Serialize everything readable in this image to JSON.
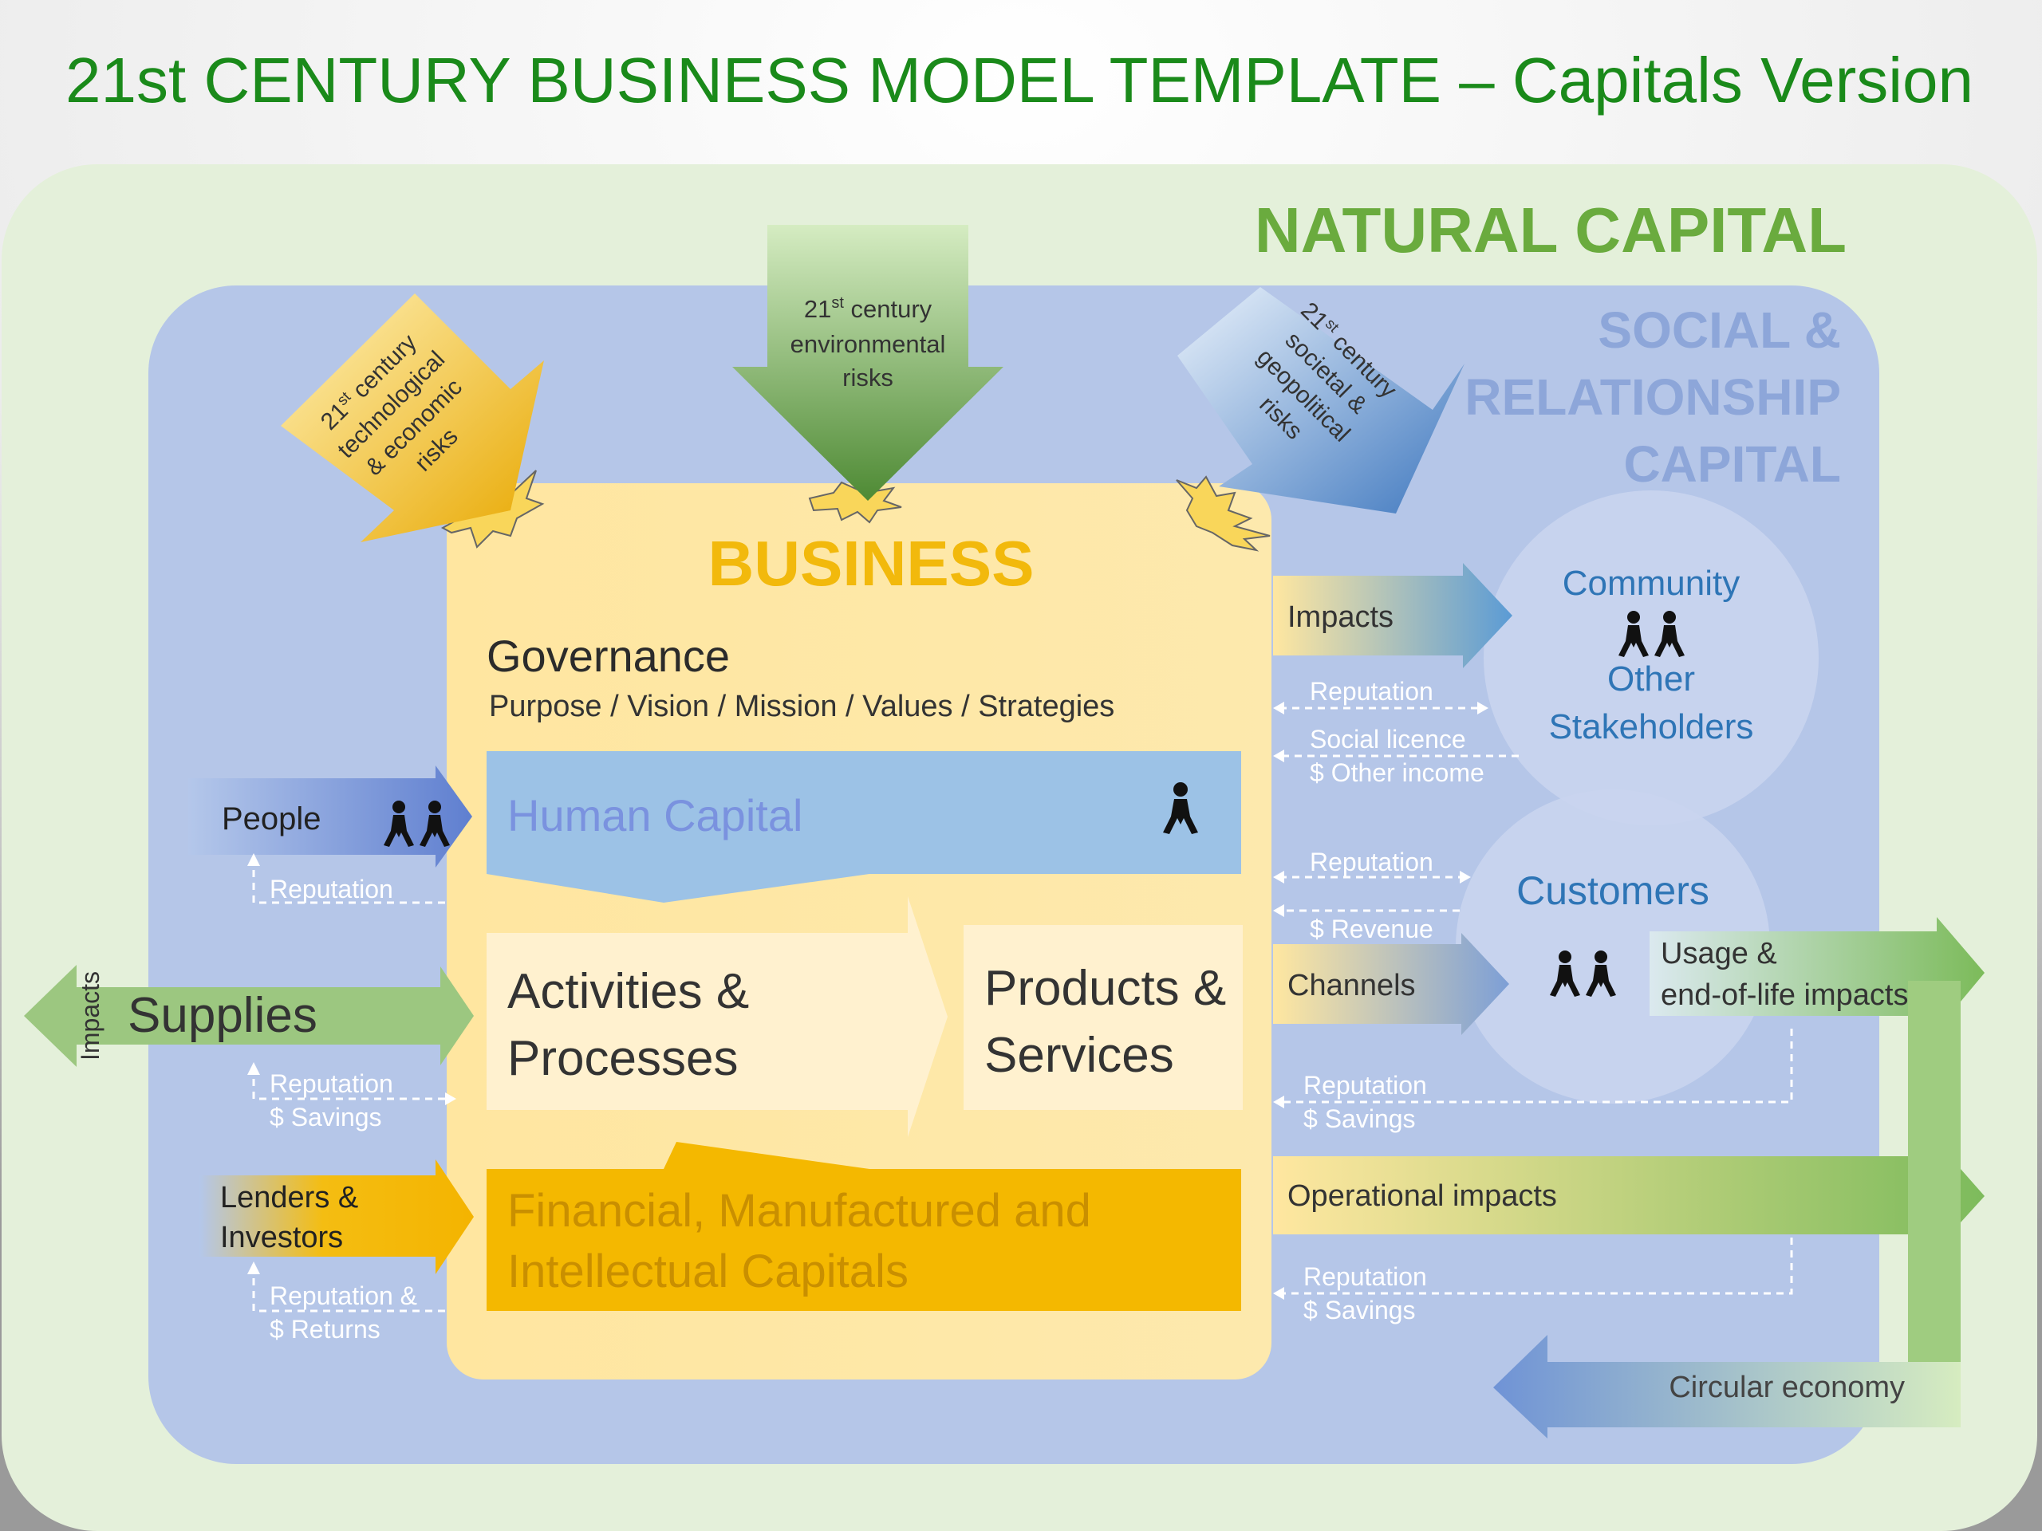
{
  "title": "21st CENTURY BUSINESS MODEL TEMPLATE – Capitals Version",
  "natural_capital": "NATURAL CAPITAL",
  "social_capital": [
    "SOCIAL &",
    "RELATIONSHIP",
    "CAPITAL"
  ],
  "risks": {
    "tech": {
      "ordinal": "21",
      "sup": "st",
      "rest": " century",
      "lines": [
        "technological",
        "& economic",
        "risks"
      ]
    },
    "env": {
      "ordinal": "21",
      "sup": "st",
      "rest": " century",
      "lines": [
        "environmental",
        "risks"
      ]
    },
    "social": {
      "ordinal": "21",
      "sup": "st",
      "rest": " century",
      "lines": [
        "societal &",
        "geopolitical",
        "risks"
      ]
    }
  },
  "business": {
    "title": "BUSINESS",
    "governance": "Governance",
    "governance_sub": "Purpose / Vision / Mission / Values / Strategies",
    "human_capital": "Human Capital",
    "activities": [
      "Activities &",
      "Processes"
    ],
    "products": [
      "Products &",
      "Services"
    ],
    "financial": [
      "Financial, Manufactured and",
      "Intellectual Capitals"
    ]
  },
  "left": {
    "people": "People",
    "people_reputation": "Reputation",
    "supplies": "Supplies",
    "impacts": "Impacts",
    "supplies_feedback": [
      "Reputation",
      "$ Savings"
    ],
    "lenders": [
      "Lenders &",
      "Investors"
    ],
    "lenders_feedback": [
      "Reputation &",
      "$ Returns"
    ]
  },
  "right": {
    "impacts": "Impacts",
    "reputation": "Reputation",
    "social_licence": [
      "Social licence",
      "$ Other income"
    ],
    "community": [
      "Community",
      "Other",
      "Stakeholders"
    ],
    "reputation2": "Reputation",
    "revenue": "$ Revenue",
    "customers": "Customers",
    "channels": "Channels",
    "usage": [
      "Usage &",
      "end-of-life impacts"
    ],
    "customer_feedback": [
      "Reputation",
      "$ Savings"
    ],
    "operational": "Operational impacts",
    "operational_feedback": [
      "Reputation",
      "$ Savings"
    ],
    "circular": "Circular economy"
  },
  "colors": {
    "title_green": "#1a8a1a",
    "natural_green": "#6aab3e",
    "social_blue": "#8aa4d8",
    "business_gold": "#f2b90c",
    "human_blue": "#9cc2e6",
    "community_blue": "#2e75b6"
  }
}
